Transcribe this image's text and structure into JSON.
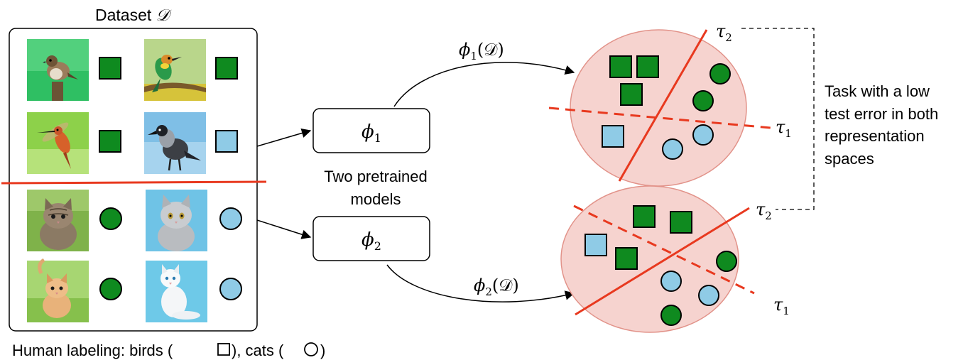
{
  "dataset": {
    "title_prefix": "Dataset ",
    "title_symbol": "𝒟"
  },
  "footer": {
    "text_prefix": "Human labeling: birds (",
    "text_middle": "), cats (",
    "text_suffix": ")"
  },
  "models": {
    "model1_symbol": "ϕ",
    "model1_sub": "1",
    "model2_symbol": "ϕ",
    "model2_sub": "2",
    "caption_line1": "Two pretrained",
    "caption_line2": "models"
  },
  "maps": {
    "phi1_func": "(𝒟)",
    "phi2_func": "(𝒟)"
  },
  "tasks": {
    "tau_symbol": "τ",
    "tau1_sub": "1",
    "tau2_sub": "2"
  },
  "annotation": {
    "line1": "Task with a low",
    "line2": "test error in both",
    "line3": "representation",
    "line4": "spaces"
  },
  "images": [
    {
      "row": 1,
      "col": 1,
      "subject": "bird",
      "icon": "sparrow-icon",
      "marker": "square",
      "color": "green"
    },
    {
      "row": 1,
      "col": 2,
      "subject": "bird",
      "icon": "bee-eater-icon",
      "marker": "square",
      "color": "green"
    },
    {
      "row": 2,
      "col": 1,
      "subject": "bird",
      "icon": "hummingbird-icon",
      "marker": "square",
      "color": "green"
    },
    {
      "row": 2,
      "col": 2,
      "subject": "bird",
      "icon": "crow-icon",
      "marker": "square",
      "color": "blue"
    },
    {
      "row": 3,
      "col": 1,
      "subject": "cat",
      "icon": "tabby-kitten-icon",
      "marker": "circle",
      "color": "green"
    },
    {
      "row": 3,
      "col": 2,
      "subject": "cat",
      "icon": "grey-cat-icon",
      "marker": "circle",
      "color": "blue"
    },
    {
      "row": 4,
      "col": 1,
      "subject": "cat",
      "icon": "orange-kitten-icon",
      "marker": "circle",
      "color": "green"
    },
    {
      "row": 4,
      "col": 2,
      "subject": "cat",
      "icon": "white-cat-icon",
      "marker": "circle",
      "color": "blue"
    }
  ],
  "colors": {
    "green": "#0f8a1f",
    "blue": "#8fcbe6",
    "red": "#e8391f",
    "ellipse_fill": "#f6d3cf",
    "ellipse_stroke": "#e2938a"
  }
}
